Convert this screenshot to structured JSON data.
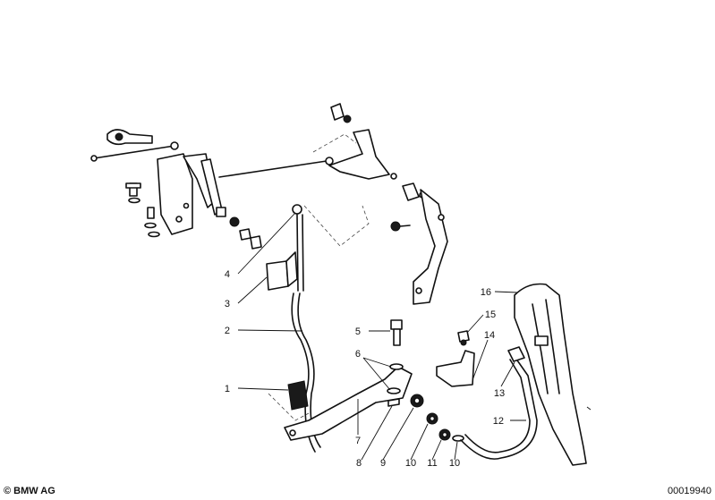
{
  "callouts": [
    {
      "id": "1",
      "text": "1"
    },
    {
      "id": "2",
      "text": "2"
    },
    {
      "id": "3",
      "text": "3"
    },
    {
      "id": "4",
      "text": "4"
    },
    {
      "id": "5",
      "text": "5"
    },
    {
      "id": "6",
      "text": "6"
    },
    {
      "id": "7",
      "text": "7"
    },
    {
      "id": "8",
      "text": "8"
    },
    {
      "id": "9",
      "text": "9"
    },
    {
      "id": "10a",
      "text": "10"
    },
    {
      "id": "11",
      "text": "11"
    },
    {
      "id": "10b",
      "text": "10"
    },
    {
      "id": "12",
      "text": "12"
    },
    {
      "id": "13",
      "text": "13"
    },
    {
      "id": "14",
      "text": "14"
    },
    {
      "id": "15",
      "text": "15"
    },
    {
      "id": "16",
      "text": "16"
    }
  ],
  "footer": {
    "copyright": "© BMW AG",
    "diagram_code": "00019940"
  }
}
